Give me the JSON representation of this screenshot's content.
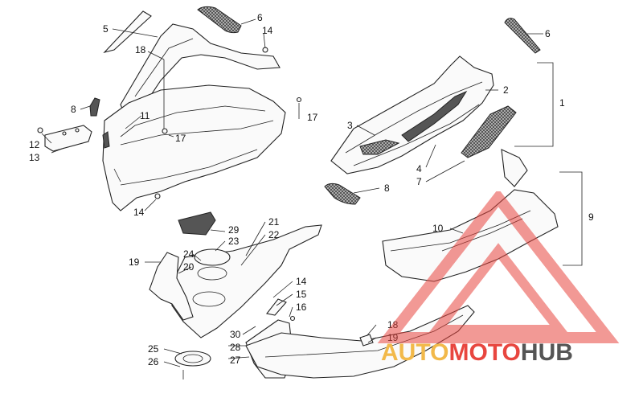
{
  "callouts": [
    {
      "id": "c1",
      "text": "1"
    },
    {
      "id": "c2",
      "text": "2"
    },
    {
      "id": "c3",
      "text": "3"
    },
    {
      "id": "c4",
      "text": "4"
    },
    {
      "id": "c5",
      "text": "5"
    },
    {
      "id": "c6a",
      "text": "6"
    },
    {
      "id": "c6b",
      "text": "6"
    },
    {
      "id": "c7",
      "text": "7"
    },
    {
      "id": "c8a",
      "text": "8"
    },
    {
      "id": "c8b",
      "text": "8"
    },
    {
      "id": "c9",
      "text": "9"
    },
    {
      "id": "c10",
      "text": "10"
    },
    {
      "id": "c11",
      "text": "11"
    },
    {
      "id": "c12",
      "text": "12"
    },
    {
      "id": "c13",
      "text": "13"
    },
    {
      "id": "c14a",
      "text": "14"
    },
    {
      "id": "c14b",
      "text": "14"
    },
    {
      "id": "c14c",
      "text": "14"
    },
    {
      "id": "c15",
      "text": "15"
    },
    {
      "id": "c16",
      "text": "16"
    },
    {
      "id": "c17a",
      "text": "17"
    },
    {
      "id": "c17b",
      "text": "17"
    },
    {
      "id": "c18a",
      "text": "18"
    },
    {
      "id": "c18b",
      "text": "18"
    },
    {
      "id": "c19a",
      "text": "19"
    },
    {
      "id": "c19b",
      "text": "19"
    },
    {
      "id": "c20",
      "text": "20"
    },
    {
      "id": "c21",
      "text": "21"
    },
    {
      "id": "c22",
      "text": "22"
    },
    {
      "id": "c23",
      "text": "23"
    },
    {
      "id": "c24",
      "text": "24"
    },
    {
      "id": "c25",
      "text": "25"
    },
    {
      "id": "c26",
      "text": "26"
    },
    {
      "id": "c27",
      "text": "27"
    },
    {
      "id": "c28",
      "text": "28"
    },
    {
      "id": "c29",
      "text": "29"
    },
    {
      "id": "c30",
      "text": "30"
    }
  ],
  "watermark": {
    "part1": "AUTO",
    "part2": "MOTO",
    "part3": "HUB",
    "color_red": "#e8463f",
    "color_gold": "#f2b94a",
    "color_gray": "#555555"
  },
  "colors": {
    "line": "#222222",
    "background": "#ffffff"
  }
}
